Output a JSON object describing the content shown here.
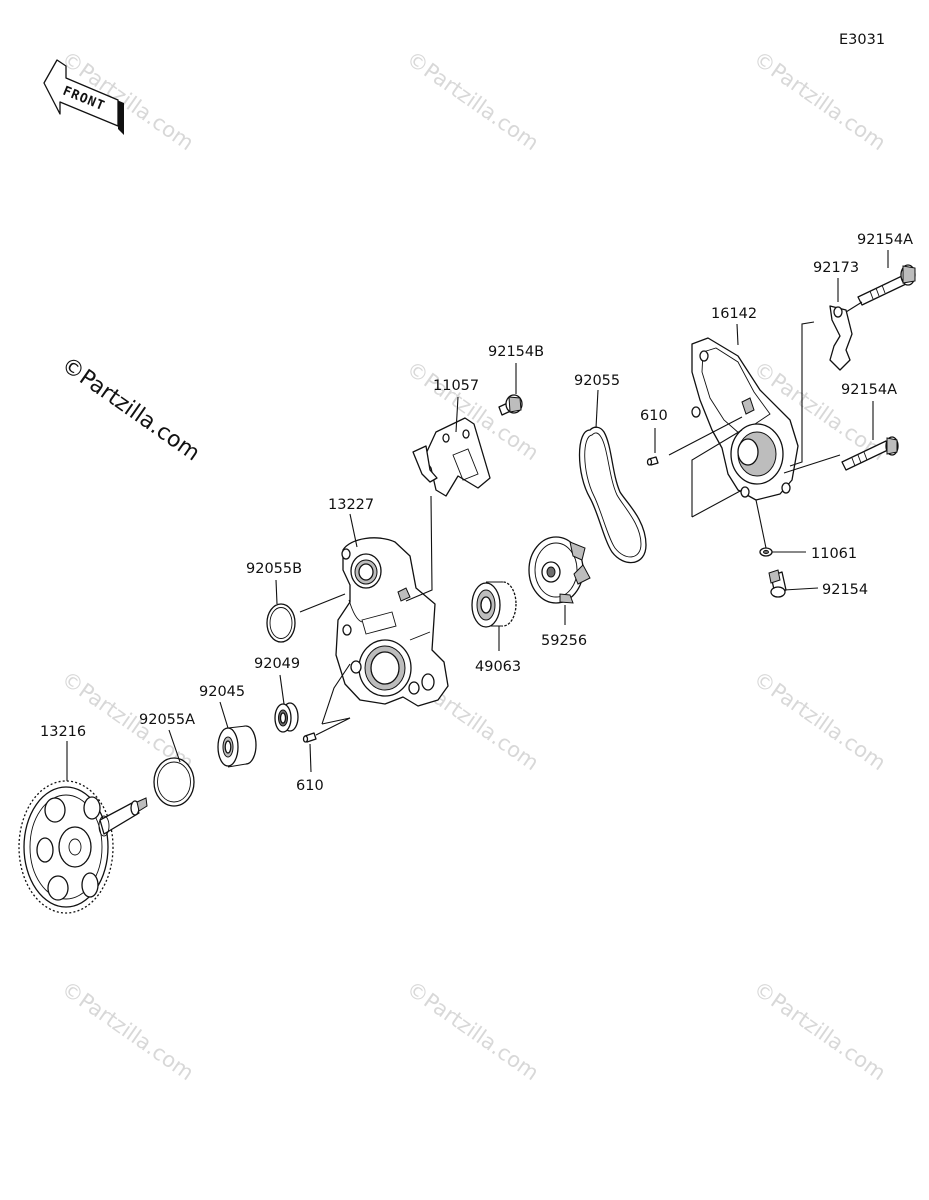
{
  "diagram_code": "E3031",
  "front_label": "FRONT",
  "watermark": "©Partzilla.com",
  "parts": {
    "p13216": "13216",
    "p92055A": "92055A",
    "p92045": "92045",
    "p92049": "92049",
    "p92055B": "92055B",
    "p610_lower": "610",
    "p13227": "13227",
    "p11057": "11057",
    "p92154B": "92154B",
    "p49063": "49063",
    "p59256": "59256",
    "p92055": "92055",
    "p610_upper": "610",
    "p16142": "16142",
    "p92173": "92173",
    "p92154A_top": "92154A",
    "p92154A_mid": "92154A",
    "p11061": "11061",
    "p92154": "92154"
  }
}
